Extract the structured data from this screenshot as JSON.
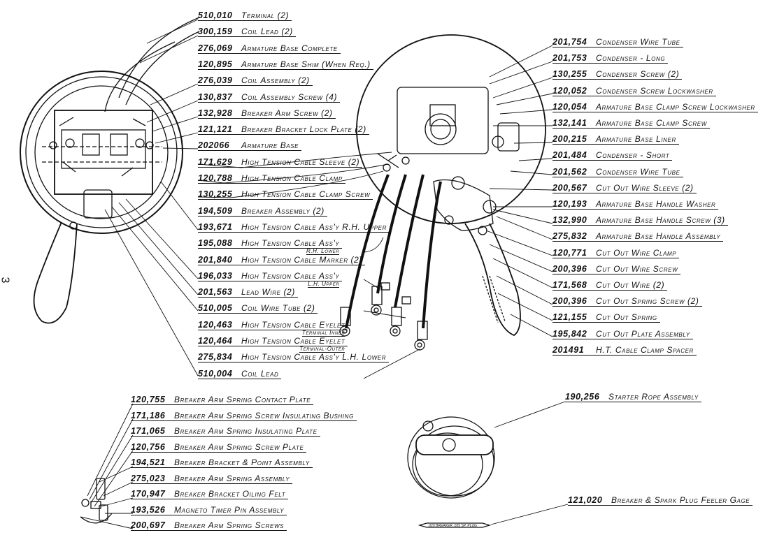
{
  "page_number": "3",
  "center_labels": [
    {
      "num": "510,010",
      "name": "Terminal (2)"
    },
    {
      "num": "300,159",
      "name": "Coil Lead (2)"
    },
    {
      "num": "276,069",
      "name": "Armature Base Complete"
    },
    {
      "num": "120,895",
      "name": "Armature Base Shim (When Req.)"
    },
    {
      "num": "276,039",
      "name": "Coil Assembly (2)"
    },
    {
      "num": "130,837",
      "name": "Coil Assembly Screw (4)"
    },
    {
      "num": "132,928",
      "name": "Breaker Arm Screw (2)"
    },
    {
      "num": "121,121",
      "name": "Breaker Bracket Lock Plate (2)"
    },
    {
      "num": "202066",
      "name": "Armature Base"
    },
    {
      "num": "171,629",
      "name": "High Tension Cable Sleeve (2)"
    },
    {
      "num": "120,788",
      "name": "High Tension Cable Clamp"
    },
    {
      "num": "130,255",
      "name": "High Tension Cable Clamp Screw"
    },
    {
      "num": "194,509",
      "name": "Breaker Assembly (2)"
    },
    {
      "num": "193,671",
      "name": "High Tension Cable Ass'y R.H. Upper"
    },
    {
      "num": "195,088",
      "name": "High Tension Cable Ass'y",
      "sub": "R.H. Lower"
    },
    {
      "num": "201,840",
      "name": "High Tension Cable Marker (2)"
    },
    {
      "num": "196,033",
      "name": "High Tension Cable Ass'y",
      "sub": "L.H. Upper"
    },
    {
      "num": "201,563",
      "name": "Lead Wire (2)"
    },
    {
      "num": "510,005",
      "name": "Coil Wire Tube (2)"
    },
    {
      "num": "120,463",
      "name": "High Tension Cable Eyelet",
      "sub": "Terminal Inner"
    },
    {
      "num": "120,464",
      "name": "High Tension Cable Eyelet",
      "sub": "Terminal-Outer"
    },
    {
      "num": "275,834",
      "name": "High Tension Cable Ass'y L.H. Lower"
    },
    {
      "num": "510,004",
      "name": "Coil Lead"
    }
  ],
  "right_labels": [
    {
      "num": "201,754",
      "name": "Condenser Wire Tube"
    },
    {
      "num": "201,753",
      "name": "Condenser - Long"
    },
    {
      "num": "130,255",
      "name": "Condenser Screw (2)"
    },
    {
      "num": "120,052",
      "name": "Condenser Screw Lockwasher"
    },
    {
      "num": "120,054",
      "name": "Armature Base Clamp Screw Lockwasher"
    },
    {
      "num": "132,141",
      "name": "Armature Base Clamp Screw"
    },
    {
      "num": "200,215",
      "name": "Armature Base Liner"
    },
    {
      "num": "201,484",
      "name": "Condenser - Short"
    },
    {
      "num": "201,562",
      "name": "Condenser Wire Tube"
    },
    {
      "num": "200,567",
      "name": "Cut Out Wire Sleeve (2)"
    },
    {
      "num": "120,193",
      "name": "Armature Base Handle Washer"
    },
    {
      "num": "132,990",
      "name": "Armature Base Handle Screw (3)"
    },
    {
      "num": "275,832",
      "name": "Armature Base Handle Assembly"
    },
    {
      "num": "120,771",
      "name": "Cut Out Wire Clamp"
    },
    {
      "num": "200,396",
      "name": "Cut Out Wire Screw"
    },
    {
      "num": "171,568",
      "name": "Cut Out Wire (2)"
    },
    {
      "num": "200,396",
      "name": "Cut Out Spring Screw (2)"
    },
    {
      "num": "121,155",
      "name": "Cut Out Spring"
    },
    {
      "num": "195,842",
      "name": "Cut Out Plate Assembly"
    },
    {
      "num": "201491",
      "name": "H.T. Cable Clamp Spacer"
    }
  ],
  "bottom_labels": [
    {
      "num": "120,755",
      "name": "Breaker Arm Spring Contact Plate"
    },
    {
      "num": "171,186",
      "name": "Breaker Arm Spring Screw Insulating Bushing"
    },
    {
      "num": "171,065",
      "name": "Breaker Arm Spring Insulating Plate"
    },
    {
      "num": "120,756",
      "name": "Breaker Arm Spring Screw Plate"
    },
    {
      "num": "194,521",
      "name": "Breaker Bracket & Point Assembly"
    },
    {
      "num": "275,023",
      "name": "Breaker Arm Spring Assembly"
    },
    {
      "num": "170,947",
      "name": "Breaker Bracket Oiling Felt"
    },
    {
      "num": "193,526",
      "name": "Magneto Timer Pin Assembly"
    },
    {
      "num": "200,697",
      "name": "Breaker Arm Spring Screws"
    }
  ],
  "starter_rope": {
    "num": "190,256",
    "name": "Starter Rope Assembly"
  },
  "feeler_gage": {
    "num": "121,020",
    "name": "Breaker & Spark Plug Feeler Gage",
    "imprint": ".020 BREAKER  .025 SP. PLUG"
  }
}
